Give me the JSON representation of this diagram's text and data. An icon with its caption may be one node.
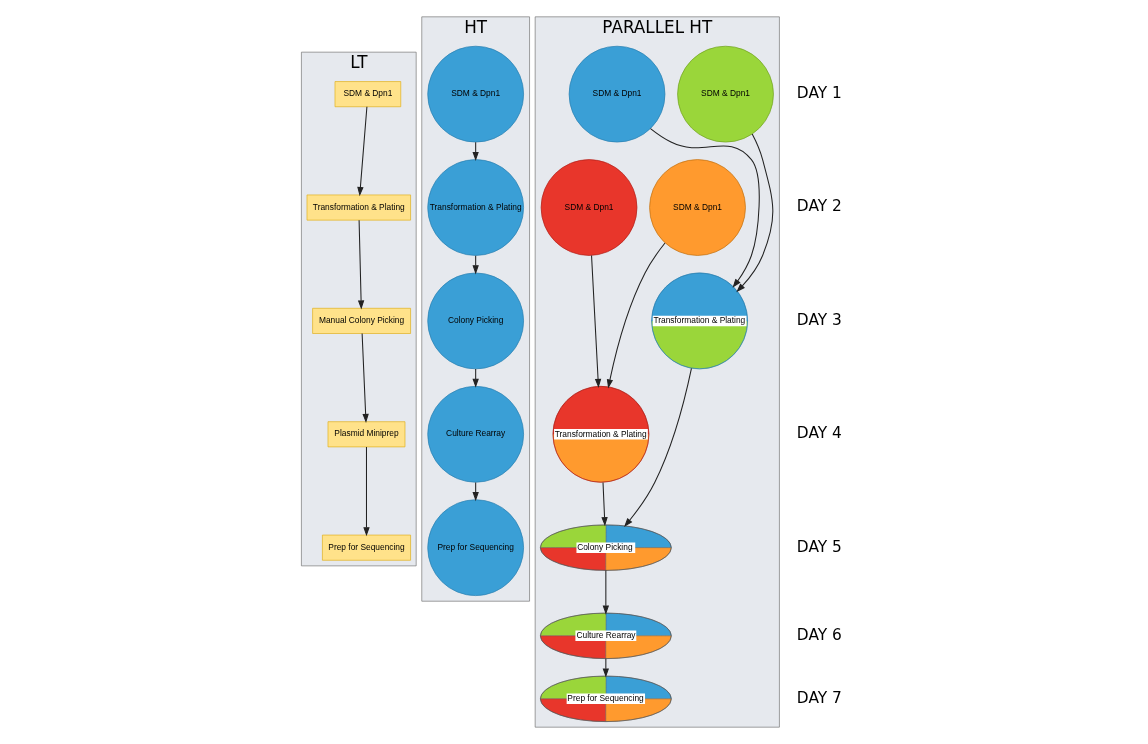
{
  "diagram": {
    "nodes": [
      {
        "text": [
          "LT"
        ]
      },
      {
        "text": [
          "SDM & Dpn1"
        ],
        "in": 0
      },
      {
        "text": [
          "Transformation & Plating"
        ],
        "in": 0
      },
      {
        "text": [
          "Manual Colony Picking"
        ],
        "in": 0
      },
      {
        "text": [
          "Plasmid Miniprep"
        ],
        "in": 0
      },
      {
        "text": [
          "Prep for Sequencing"
        ],
        "in": 0
      },
      {
        "text": [
          "HT"
        ]
      },
      {
        "text": [
          "SDM & Dpn1"
        ],
        "in": 6
      },
      {
        "text": [
          "Transformation & Plating"
        ],
        "in": 6
      },
      {
        "text": [
          "Colony Picking"
        ],
        "in": 6
      },
      {
        "text": [
          "Culture Rearray"
        ],
        "in": 6
      },
      {
        "text": [
          "Prep for Sequencing"
        ],
        "in": 6
      },
      {
        "text": [
          "PARALLEL HT"
        ]
      },
      {
        "text": [
          "SDM & Dpn1"
        ],
        "in": 12
      },
      {
        "text": [
          "SDM & Dpn1"
        ],
        "in": 12
      },
      {
        "text": [
          "SDM & Dpn1"
        ],
        "in": 12
      },
      {
        "text": [
          "SDM & Dpn1"
        ],
        "in": 12
      },
      {
        "text": [
          "Transformation & Plating"
        ],
        "in": 12
      },
      {
        "text": [
          "Transformation & Plating"
        ],
        "in": 12
      },
      {
        "text": [
          "Colony Picking"
        ],
        "in": 12
      },
      {
        "text": [
          "Culture Rearray"
        ],
        "in": 12
      },
      {
        "text": [
          "Prep for Sequencing"
        ],
        "in": 12
      }
    ],
    "edges": [
      {
        "from": 1,
        "to": 2,
        "arrow": "to"
      },
      {
        "from": 2,
        "to": 3,
        "arrow": "to"
      },
      {
        "from": 3,
        "to": 4,
        "arrow": "to"
      },
      {
        "from": 4,
        "to": 5,
        "arrow": "to"
      },
      {
        "from": 7,
        "to": 8,
        "arrow": "to"
      },
      {
        "from": 8,
        "to": 9,
        "arrow": "to"
      },
      {
        "from": 9,
        "to": 10,
        "arrow": "to"
      },
      {
        "from": 10,
        "to": 11,
        "arrow": "to"
      },
      {
        "from": 13,
        "to": 17,
        "arrow": "to"
      },
      {
        "from": 14,
        "to": 17,
        "arrow": "to"
      },
      {
        "from": 15,
        "to": 18,
        "arrow": "to"
      },
      {
        "from": 16,
        "to": 18,
        "arrow": "to"
      },
      {
        "from": 17,
        "to": 19,
        "arrow": "to"
      },
      {
        "from": 18,
        "to": 19,
        "arrow": "to"
      },
      {
        "from": 19,
        "to": 20,
        "arrow": "to"
      },
      {
        "from": 20,
        "to": 21,
        "arrow": "to"
      }
    ],
    "labels": [
      "DAY 1",
      "DAY 2",
      "DAY 3",
      "DAY 4",
      "DAY 5",
      "DAY 6",
      "DAY 7"
    ]
  }
}
